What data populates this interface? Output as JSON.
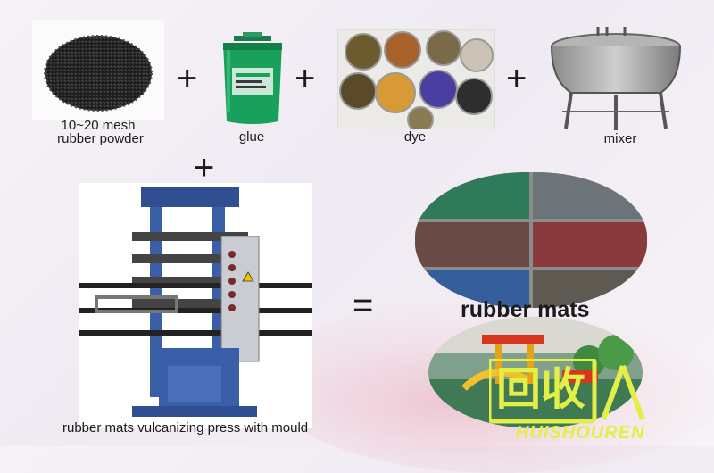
{
  "ingredients": [
    {
      "id": "powder",
      "label_line1": "10~20 mesh",
      "label_line2": "rubber powder"
    },
    {
      "id": "glue",
      "label": "glue"
    },
    {
      "id": "dye",
      "label": "dye"
    },
    {
      "id": "mixer",
      "label": "mixer"
    }
  ],
  "operators": {
    "plus": "+",
    "equals": "="
  },
  "press": {
    "label": "rubber mats vulcanizing press with mould"
  },
  "result": {
    "label": "rubber mats"
  },
  "watermark": {
    "logo_text": "回收",
    "brand": "HUISHOUREN"
  },
  "colors": {
    "mat_green": "#2f7a5a",
    "mat_red": "#8a3a3c",
    "mat_blue": "#355f9a",
    "mat_gray": "#6d7479",
    "press_blue": "#3a5fa8",
    "watermark_yellow": "#e2ef47"
  }
}
